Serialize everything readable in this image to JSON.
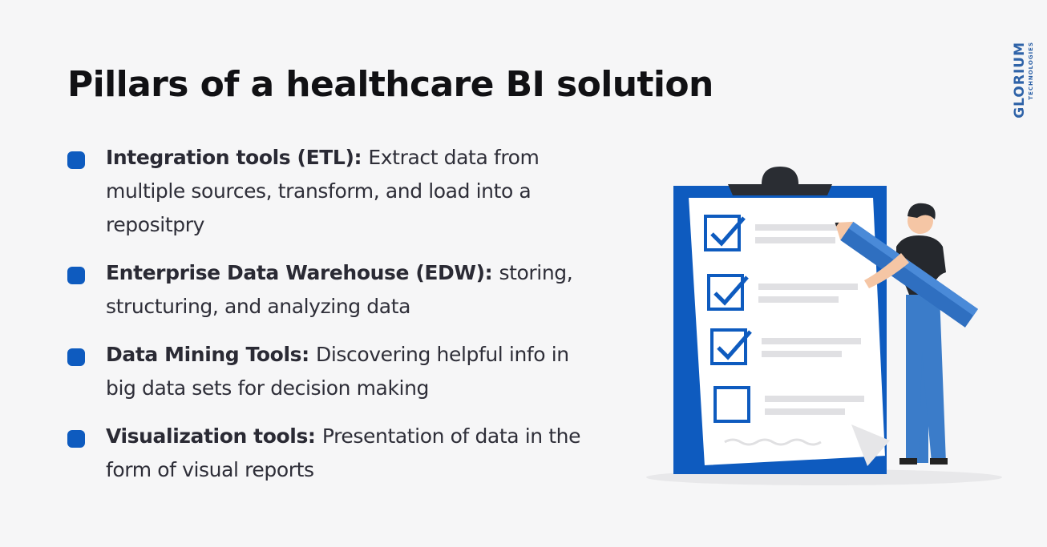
{
  "title": "Pillars of a healthcare BI solution",
  "brand": {
    "name": "GLORIUM",
    "tagline": "TECHNOLOGIES",
    "color": "#2f63a8"
  },
  "colors": {
    "accent": "#0e5bbf",
    "background": "#f6f6f7"
  },
  "items": [
    {
      "term": "Integration tools (ETL):",
      "desc": "Extract data from multiple sources, transform, and load into a repositpry"
    },
    {
      "term": "Enterprise Data Warehouse (EDW):",
      "desc": "storing, structuring, and analyzing data"
    },
    {
      "term": "Data Mining Tools:",
      "desc": "Discovering helpful info in big data sets for decision making"
    },
    {
      "term": "Visualization tools:",
      "desc": "Presentation of data in the form of visual reports"
    }
  ],
  "illustration": {
    "checklist": [
      true,
      true,
      true,
      false
    ]
  }
}
